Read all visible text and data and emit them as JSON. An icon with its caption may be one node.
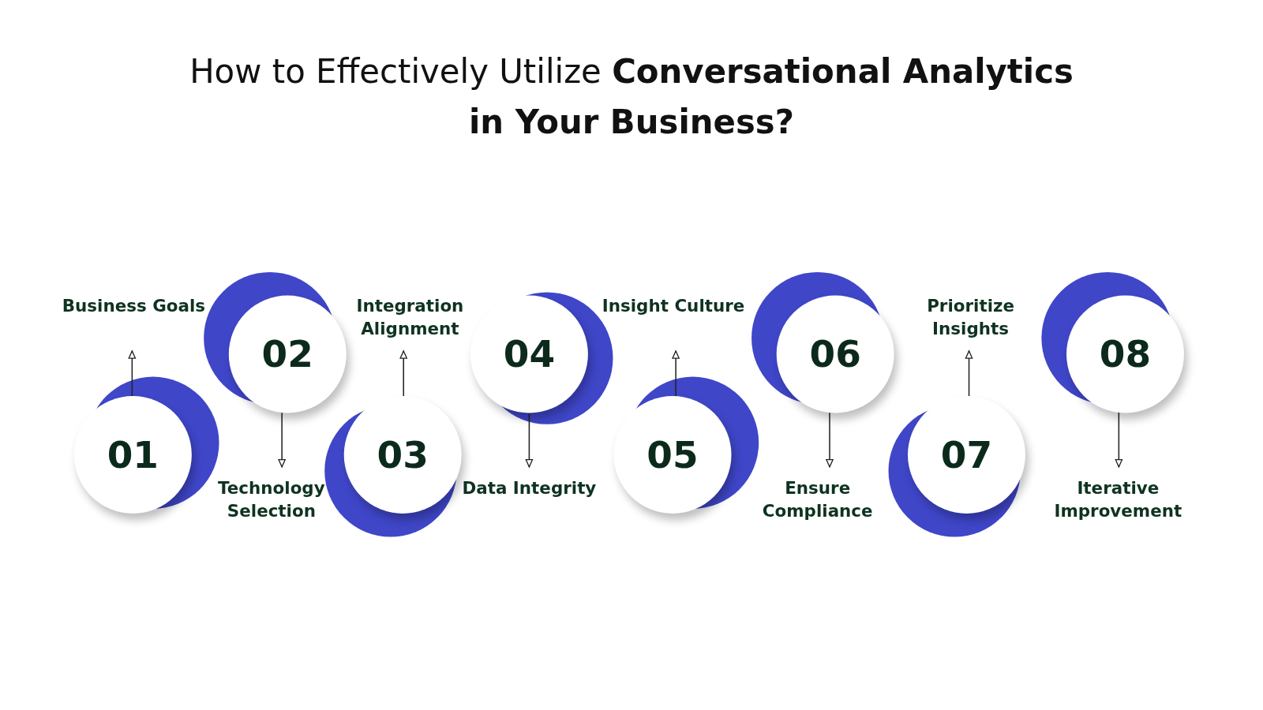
{
  "diagram": {
    "title": "How to Effectively Utilize **Conversational Analytics in Your Business?**",
    "nodes": [
      {
        "text": [
          "01"
        ]
      },
      {
        "text": [
          "Business Goals"
        ]
      },
      {
        "text": [
          "02"
        ]
      },
      {
        "text": [
          "Technology Selection"
        ]
      },
      {
        "text": [
          "03"
        ]
      },
      {
        "text": [
          "Integration Alignment"
        ]
      },
      {
        "text": [
          "04"
        ]
      },
      {
        "text": [
          "Data Integrity"
        ]
      },
      {
        "text": [
          "05"
        ]
      },
      {
        "text": [
          "Insight Culture"
        ]
      },
      {
        "text": [
          "06"
        ]
      },
      {
        "text": [
          "Ensure Compliance"
        ]
      },
      {
        "text": [
          "07"
        ]
      },
      {
        "text": [
          "Prioritize Insights"
        ]
      },
      {
        "text": [
          "08"
        ]
      },
      {
        "text": [
          "Iterative Improvement"
        ]
      }
    ],
    "edges": [
      {
        "from": 0,
        "to": 1,
        "arrow": "to"
      },
      {
        "from": 2,
        "to": 3,
        "arrow": "to"
      },
      {
        "from": 4,
        "to": 5,
        "arrow": "to"
      },
      {
        "from": 6,
        "to": 7,
        "arrow": "to"
      },
      {
        "from": 8,
        "to": 9,
        "arrow": "to"
      },
      {
        "from": 10,
        "to": 11,
        "arrow": "to"
      },
      {
        "from": 12,
        "to": 13,
        "arrow": "to"
      },
      {
        "from": 14,
        "to": 15,
        "arrow": "to"
      }
    ]
  }
}
